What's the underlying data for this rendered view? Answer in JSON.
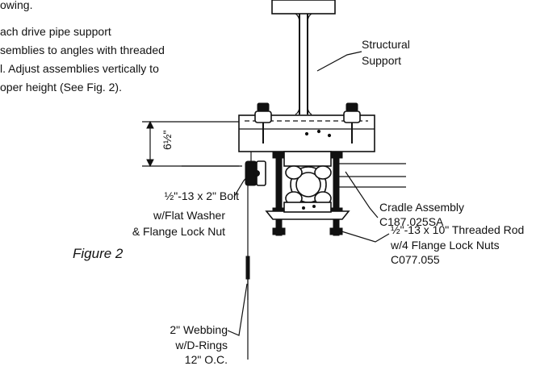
{
  "instructions": {
    "line1": "owing.",
    "line2": "ach drive pipe support",
    "line3": "semblies to angles with threaded",
    "line4": "l. Adjust assemblies vertically to",
    "line5": "oper height (See Fig. 2)."
  },
  "labels": {
    "structural_support": [
      "Structural",
      "Support"
    ],
    "dimension": "6½\"",
    "bolt": [
      "½\"-13 x 2\" Bolt",
      "w/Flat Washer",
      "& Flange Lock Nut"
    ],
    "cradle": [
      "Cradle Assembly",
      "C187.025SA"
    ],
    "threaded_rod": [
      "½\"-13 x 10\" Threaded Rod",
      "w/4 Flange Lock Nuts",
      "C077.055"
    ],
    "webbing": [
      "2\" Webbing",
      "w/D-Rings",
      "12\" O.C."
    ]
  },
  "figure_caption": "Figure 2"
}
